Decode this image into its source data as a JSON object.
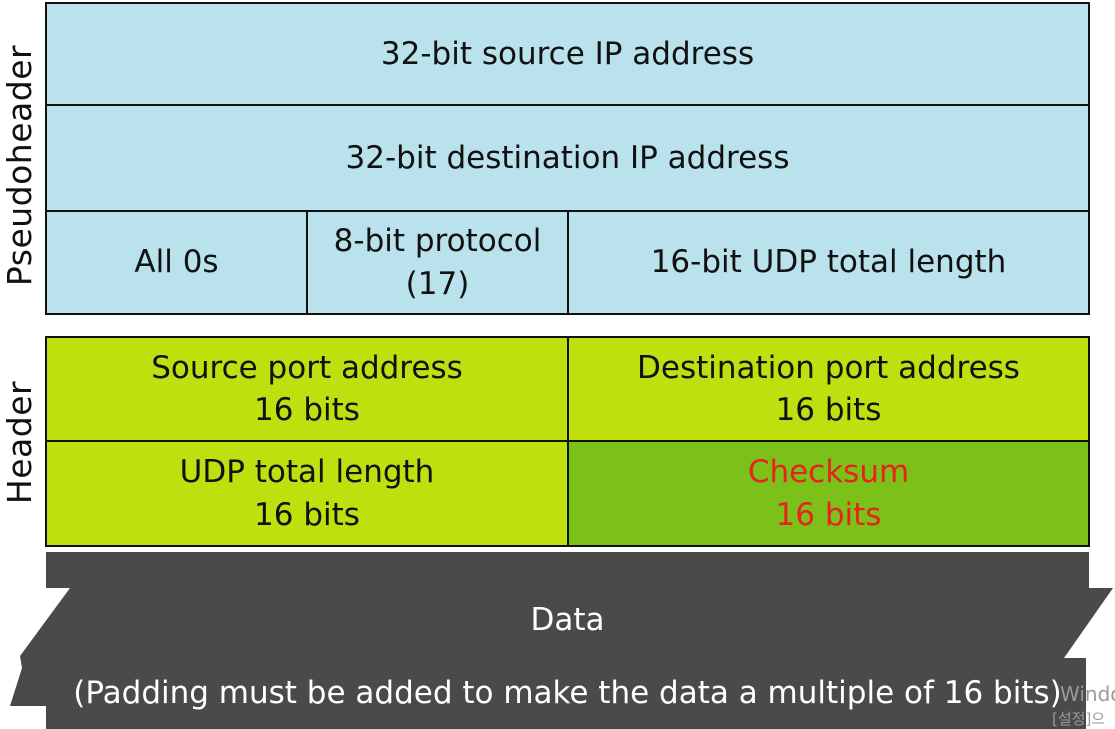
{
  "labels": {
    "pseudoheader": "Pseudoheader",
    "header": "Header"
  },
  "pseudoheader": {
    "source_ip": "32-bit source IP address",
    "destination_ip": "32-bit destination IP address",
    "all_zeros": "All 0s",
    "protocol_line1": "8-bit protocol",
    "protocol_line2": "(17)",
    "udp_total_length": "16-bit UDP total length"
  },
  "header": {
    "source_port_line1": "Source port address",
    "source_port_line2": "16 bits",
    "destination_port_line1": "Destination port address",
    "destination_port_line2": "16 bits",
    "udp_length_line1": "UDP total length",
    "udp_length_line2": "16 bits",
    "checksum_line1": "Checksum",
    "checksum_line2": "16 bits"
  },
  "data": {
    "label": "Data",
    "padding_note": "(Padding must be added to make the data a multiple of 16 bits)"
  },
  "watermark": {
    "line1": "Windo",
    "line2": "[설정]으"
  },
  "colors": {
    "pseudoheader_fill": "#b9e2ec",
    "header_fill": "#bfdf0f",
    "checksum_fill": "#7cc01a",
    "checksum_text": "#e8231d",
    "data_fill": "#4a4a4a",
    "data_text": "#ffffff"
  }
}
